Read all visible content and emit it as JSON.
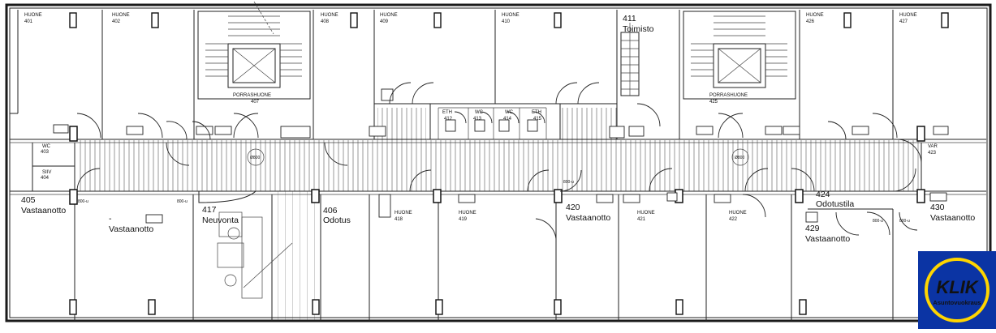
{
  "small_labels": [
    {
      "id": "huone-401",
      "lines": [
        "HUONE",
        "401"
      ]
    },
    {
      "id": "huone-402",
      "lines": [
        "HUONE",
        "402"
      ]
    },
    {
      "id": "huone-408",
      "lines": [
        "HUONE",
        "408"
      ]
    },
    {
      "id": "huone-409",
      "lines": [
        "HUONE",
        "409"
      ]
    },
    {
      "id": "huone-410",
      "lines": [
        "HUONE",
        "410"
      ]
    },
    {
      "id": "huone-426",
      "lines": [
        "HUONE",
        "426"
      ]
    },
    {
      "id": "huone-427",
      "lines": [
        "HUONE",
        "427"
      ]
    },
    {
      "id": "porrashuone-407",
      "lines": [
        "PORRASHUONE",
        "407"
      ]
    },
    {
      "id": "porrashuone-425",
      "lines": [
        "PORRASHUONE",
        "425"
      ]
    },
    {
      "id": "wc-403",
      "lines": [
        "WC",
        "403"
      ]
    },
    {
      "id": "siiv-404",
      "lines": [
        "SIIV",
        "404"
      ]
    },
    {
      "id": "eth-412",
      "lines": [
        "ETH",
        "412"
      ]
    },
    {
      "id": "wc-413",
      "lines": [
        "WC",
        "413"
      ]
    },
    {
      "id": "wc-414",
      "lines": [
        "WC",
        "414"
      ]
    },
    {
      "id": "eth-415",
      "lines": [
        "ETH",
        "415"
      ]
    },
    {
      "id": "huone-418",
      "lines": [
        "HUONE",
        "418"
      ]
    },
    {
      "id": "huone-419",
      "lines": [
        "HUONE",
        "419"
      ]
    },
    {
      "id": "huone-421",
      "lines": [
        "HUONE",
        "421"
      ]
    },
    {
      "id": "huone-422",
      "lines": [
        "HUONE",
        "422"
      ]
    },
    {
      "id": "var-423",
      "lines": [
        "VAR",
        "423"
      ]
    }
  ],
  "room_labels": [
    {
      "id": "r411",
      "lines": [
        "411",
        "Toimisto"
      ]
    },
    {
      "id": "r405",
      "lines": [
        "405",
        "Vastaanotto"
      ]
    },
    {
      "id": "r405b",
      "lines": [
        "-",
        "Vastaanotto"
      ]
    },
    {
      "id": "r417",
      "lines": [
        "417",
        "Neuvonta"
      ]
    },
    {
      "id": "r406",
      "lines": [
        "406",
        "Odotus"
      ]
    },
    {
      "id": "r420",
      "lines": [
        "420",
        "Vastaanotto"
      ]
    },
    {
      "id": "r424",
      "lines": [
        "424",
        "Odotustila"
      ]
    },
    {
      "id": "r429",
      "lines": [
        "429",
        "Vastaanotto"
      ]
    },
    {
      "id": "r430",
      "lines": [
        "430",
        "Vastaanotto"
      ]
    }
  ],
  "dim_labels": [
    "Ø800",
    "Ø800",
    "800-u",
    "800-u",
    "800-u",
    "800-u",
    "800-u"
  ],
  "logo": {
    "brand": "KLIK",
    "tagline": "Asuntovuokraus",
    "bg_color": "#0b34a4",
    "ring_color": "#ffd500"
  }
}
